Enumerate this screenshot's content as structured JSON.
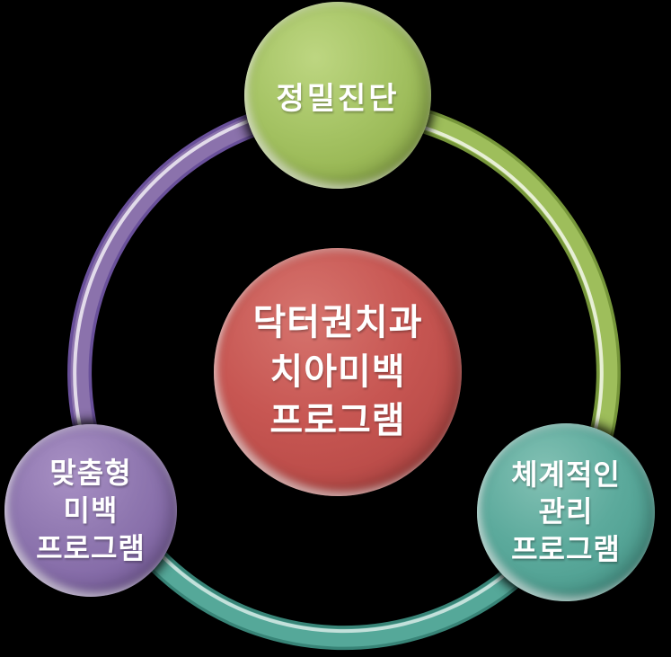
{
  "diagram": {
    "background_color": "#000000",
    "center_node": {
      "lines": [
        "닥터권치과",
        "치아미백",
        "프로그램"
      ],
      "color": "#C5524E"
    },
    "nodes": [
      {
        "position": "top",
        "lines": [
          "정밀진단"
        ],
        "color": "#A2C05E"
      },
      {
        "position": "bottom-right",
        "lines": [
          "체계적인",
          "관리",
          "프로그램"
        ],
        "color": "#55A899"
      },
      {
        "position": "bottom-left",
        "lines": [
          "맞춤형",
          "미백",
          "프로그램"
        ],
        "color": "#8B72AC"
      }
    ],
    "ring": {
      "segments": [
        {
          "name": "top-to-bottom-right",
          "base": "#76963A",
          "main": "#9EBE5B",
          "gloss": "rgba(255,255,255,0.75)"
        },
        {
          "name": "bottom-right-to-bottom-left",
          "base": "#388477",
          "main": "#55A899",
          "gloss": "rgba(255,255,255,0.65)"
        },
        {
          "name": "bottom-left-to-top",
          "base": "#69509A",
          "main": "#8B72AC",
          "gloss": "rgba(255,255,255,0.75)"
        }
      ]
    }
  }
}
